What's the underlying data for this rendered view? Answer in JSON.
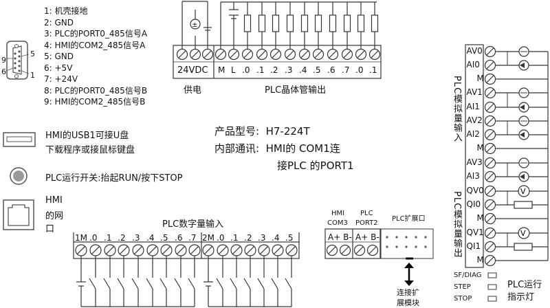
{
  "db9": {
    "pins": [
      {
        "num": "1",
        "desc": "机壳接地"
      },
      {
        "num": "2",
        "desc": "GND"
      },
      {
        "num": "3",
        "desc": "PLC的PORT0_485信号A"
      },
      {
        "num": "4",
        "desc": "HMI的COM2_485信号A"
      },
      {
        "num": "5",
        "desc": "GND"
      },
      {
        "num": "6",
        "desc": "+5V"
      },
      {
        "num": "7",
        "desc": "+24V"
      },
      {
        "num": "8",
        "desc": "PLC的PORT0_485信号B"
      },
      {
        "num": "9",
        "desc": "HMI的COM2_485信号B"
      }
    ],
    "corner_labels": {
      "n5": "5",
      "n9": "9",
      "n6": "6",
      "n1": "1"
    }
  },
  "usb": {
    "line1": "HMI的USB1可接U盘",
    "line2": "下载程序或接鼠标键盘"
  },
  "run_switch": {
    "label": "PLC运行开关:抬起RUN/按下STOP"
  },
  "ethernet": {
    "label1": "HMI",
    "label2": "的网",
    "label3": "口"
  },
  "product": {
    "model_key": "产品型号:",
    "model_value": "H7-224T",
    "comm_key": "内部通讯:",
    "comm_value1": "HMI的 COM1连",
    "comm_value2": "接PLC 的PORT1"
  },
  "power": {
    "terminal_label": "24VDC",
    "caption": "供电",
    "gnd_symbol": "⊥"
  },
  "transistor_out": {
    "terminals": [
      "M",
      "L",
      ".0",
      ".1",
      ".2",
      ".3",
      ".4",
      ".5",
      ".6",
      ".7",
      ".0",
      ".1"
    ],
    "caption": "PLC晶体管输出"
  },
  "digital_in": {
    "caption": "PLC数字量输入",
    "terminals": [
      "1M",
      ".0",
      ".1",
      ".2",
      ".3",
      ".4",
      ".5",
      ".6",
      ".7",
      "2M",
      ".0",
      ".1",
      ".2",
      ".3",
      ".4",
      ".5"
    ]
  },
  "ports": {
    "hmi_com3_l1": "HMI",
    "hmi_com3_l2": "COM3",
    "plc_port2_l1": "PLC",
    "plc_port2_l2": "PORT2",
    "expansion": "PLC扩展口",
    "ab_left": "A+ B-",
    "ab_right": "A+ B-",
    "ext_module_l1": "连接扩",
    "ext_module_l2": "展模块"
  },
  "analog": {
    "input_caption": "PLC模拟量输入",
    "output_caption": "PLC模拟量输出",
    "terminals": [
      "AV0",
      "AI0",
      "M",
      "AV1",
      "AI1",
      "AV2",
      "AI2",
      "M",
      "AV3",
      "AI3",
      "QV0",
      "QI0",
      "M",
      "QV1",
      "QI1",
      "M"
    ]
  },
  "leds": {
    "items": [
      "SF/DIAG",
      "STEP",
      "STOP"
    ],
    "caption1": "PLC运行",
    "caption2": "指示灯"
  },
  "symbols": {
    "plus_minus": "±",
    "voltmeter_v": "V",
    "ammeter_dot": "•"
  }
}
